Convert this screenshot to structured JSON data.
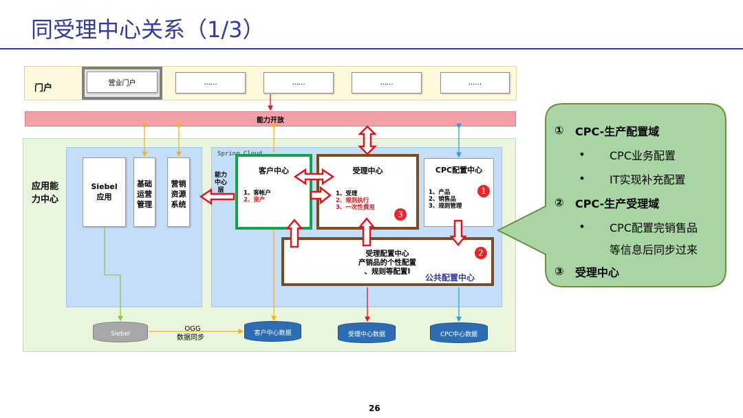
{
  "slide": {
    "title": "同受理中心关系（1/3）",
    "page_number": "26"
  },
  "portal": {
    "label": "门户",
    "boxes": [
      "营业门户",
      "......",
      "......",
      "......",
      "......"
    ]
  },
  "capability_open": {
    "label": "能力开放"
  },
  "app_center": {
    "label": "应用能力中心",
    "spring_label": "Spring Cloud",
    "ability_layer": "能力中心层"
  },
  "left_systems": [
    {
      "label": "Siebel应用"
    },
    {
      "label": "基础运营管理"
    },
    {
      "label": "营销资源系统"
    }
  ],
  "customer_center": {
    "title": "客户中心",
    "items": [
      {
        "text": "1、客帐户",
        "color": "#000000"
      },
      {
        "text": "2、资产",
        "color": "#e3141b"
      }
    ]
  },
  "acceptance_center": {
    "title": "受理中心",
    "items": [
      {
        "text": "1、受理",
        "color": "#000000"
      },
      {
        "text": "2、规则执行",
        "color": "#e3141b"
      },
      {
        "text": "3、一次性费用",
        "color": "#e3141b"
      }
    ],
    "badge": "3"
  },
  "cpc_center": {
    "title": "CPC配置中心",
    "items": [
      {
        "text": "1、产品"
      },
      {
        "text": "2、销售品"
      },
      {
        "text": "3、规则管理"
      }
    ],
    "badge": "1"
  },
  "config_center": {
    "lines": [
      "受理配置中心",
      "产销品的个性配置",
      "、规则等配置I"
    ],
    "public_label": "公共配置中心",
    "badge": "2"
  },
  "databases": [
    {
      "label": "Siebel",
      "style": "grey"
    },
    {
      "label": "客户中心数据",
      "style": "blue"
    },
    {
      "label": "受理中心数据",
      "style": "blue"
    },
    {
      "label": "CPC中心数据",
      "style": "blue"
    }
  ],
  "ogg": {
    "line1": "OGG",
    "line2": "数据同步"
  },
  "callout": {
    "items": [
      {
        "kind": "heading",
        "marker": "①",
        "text": "CPC-生产配置域"
      },
      {
        "kind": "bullet",
        "marker": "•",
        "text": "CPC业务配置"
      },
      {
        "kind": "bullet",
        "marker": "•",
        "text": "IT实现补充配置"
      },
      {
        "kind": "heading",
        "marker": "②",
        "text": "CPC-生产受理域"
      },
      {
        "kind": "bullet",
        "marker": "•",
        "text": "CPC配置完销售品"
      },
      {
        "kind": "continuation",
        "marker": "",
        "text": "等信息后同步过来"
      },
      {
        "kind": "heading",
        "marker": "③",
        "text": "受理中心"
      }
    ]
  },
  "colors": {
    "title": "#2f3aa0",
    "customer_border": "#14a14a",
    "acceptance_border": "#7a4a20",
    "arrow_red": "#e3141b",
    "arrow_yellow": "#f2b21c",
    "arrow_blue": "#2a9fe0",
    "callout_fill": "#a9d4a3",
    "callout_border": "#6b8f3a",
    "public_label": "#2f3aa0"
  }
}
